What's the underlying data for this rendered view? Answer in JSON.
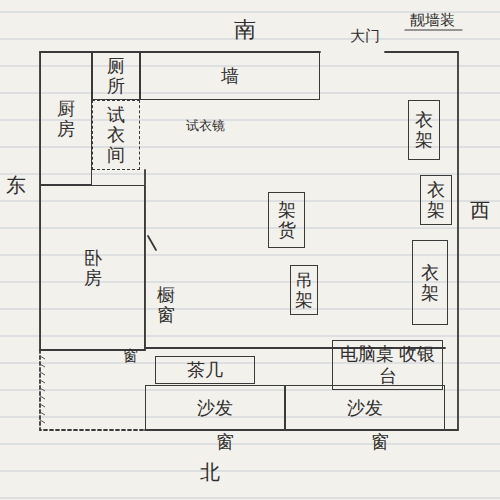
{
  "diagram": {
    "nodes": [
      {
        "text": [
          "厨房"
        ]
      },
      {
        "text": [
          "厕所"
        ]
      },
      {
        "text": [
          "墙"
        ]
      },
      {
        "text": [
          "试衣间"
        ]
      },
      {
        "text": [
          "衣架"
        ]
      },
      {
        "text": [
          "卧房"
        ]
      },
      {
        "text": [
          "衣架"
        ]
      },
      {
        "text": [
          "架货"
        ]
      },
      {
        "text": [
          "衣架"
        ]
      },
      {
        "text": [
          "吊架"
        ]
      },
      {
        "text": [
          "电脑桌 收银台"
        ]
      },
      {
        "text": [
          "茶几"
        ]
      },
      {
        "text": [
          "沙发"
        ]
      },
      {
        "text": [
          "沙发"
        ]
      }
    ],
    "labels": [
      "南",
      "大门",
      "靓墙装",
      "东",
      "西",
      "试衣镜",
      "橱窗",
      "窗",
      "窗",
      "窗",
      "北"
    ]
  }
}
